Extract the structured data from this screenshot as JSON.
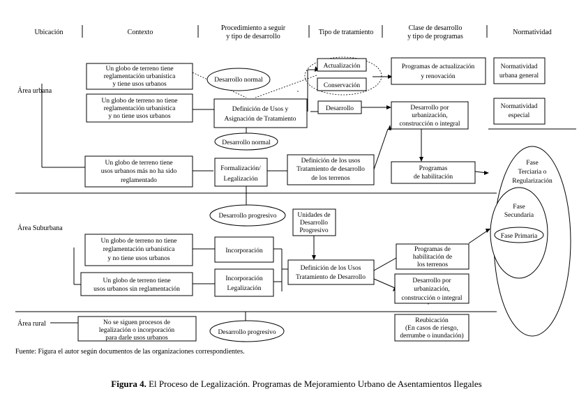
{
  "headers": [
    "Ubicación",
    "Contexto",
    "Procedimiento a seguir",
    "y tipo de desarrollo",
    "Tipo de tratamiento",
    "Clase de desarrollo",
    "y tipo de programas",
    "Normatividad"
  ],
  "zones": {
    "urbana": "Área urbana",
    "suburbana": "Área Suburbana",
    "rural": "Área rural"
  },
  "context_boxes": [
    [
      "Un globo de terreno tiene",
      "reglamentación urbanística",
      "y tiene usos urbanos"
    ],
    [
      "Un globo de terreno no tiene",
      "reglamentación urbanística",
      "y no tiene usos urbanos"
    ],
    [
      "Un globo de terreno tiene",
      "usos urbanos más no ha sido",
      "reglamentado"
    ],
    [
      "Un globo de terreno no tiene",
      "reglamentación urbanística",
      "y no tiene usos urbanos"
    ],
    [
      "Un globo de terreno tiene",
      "usos urbanos sin reglamentación"
    ],
    [
      "No se siguen procesos de",
      "legalización o incorporación",
      "para darle usos urbanos"
    ]
  ],
  "procedure_boxes": [
    [
      "Definición de Usos y",
      "Asignación de Tratamiento"
    ],
    [
      "Formalización/",
      "Legalización"
    ],
    [
      "Incorporación"
    ],
    [
      "Incorporación",
      "Legalización"
    ],
    [
      "Definición de los usos",
      "Tratamiento de desarrollo",
      "de los terrenos"
    ],
    [
      "Unidades de",
      "Desarrollo",
      "Progresivo"
    ],
    [
      "Definición de los Usos",
      "Tratamiento de Desarrollo"
    ]
  ],
  "ovals": {
    "normal1": "Desarrollo normal",
    "normal2": "Desarrollo normal",
    "progresivo1": "Desarrollo progresivo",
    "progresivo2": "Desarrollo progresivo"
  },
  "treatment": {
    "actualizacion": "Actualización",
    "conservacion": "Conservación",
    "desarrollo": "Desarrollo"
  },
  "programs": [
    [
      "Programas de actualización",
      "y renovación"
    ],
    [
      "Desarrollo por",
      "urbanización,",
      "construcción o integral"
    ],
    [
      "Programas",
      "de habilitación"
    ],
    [
      "Programas de",
      "habilitación de",
      "los terrenos"
    ],
    [
      "Desarrollo por",
      "urbanización,",
      "construcción o integral"
    ],
    [
      "Reubicación",
      "(En casos de riesgo,",
      "derrumbe o inundación)"
    ]
  ],
  "normatividad": [
    [
      "Normatividad",
      "urbana general"
    ],
    [
      "Normatividad",
      "especial"
    ]
  ],
  "phases": {
    "terciaria": [
      "Fase",
      "Terciaria o",
      "Regularización"
    ],
    "secundaria": [
      "Fase",
      "Secundaria"
    ],
    "primaria": "Fase Primaria"
  },
  "source": "Fuente: Figura el autor según documentos de las organizaciones correspondientes.",
  "caption": {
    "bold": "Figura 4.",
    "text": " El Proceso de Legalización. Programas de Mejoramiento Urbano de Asentamientos Ilegales"
  }
}
